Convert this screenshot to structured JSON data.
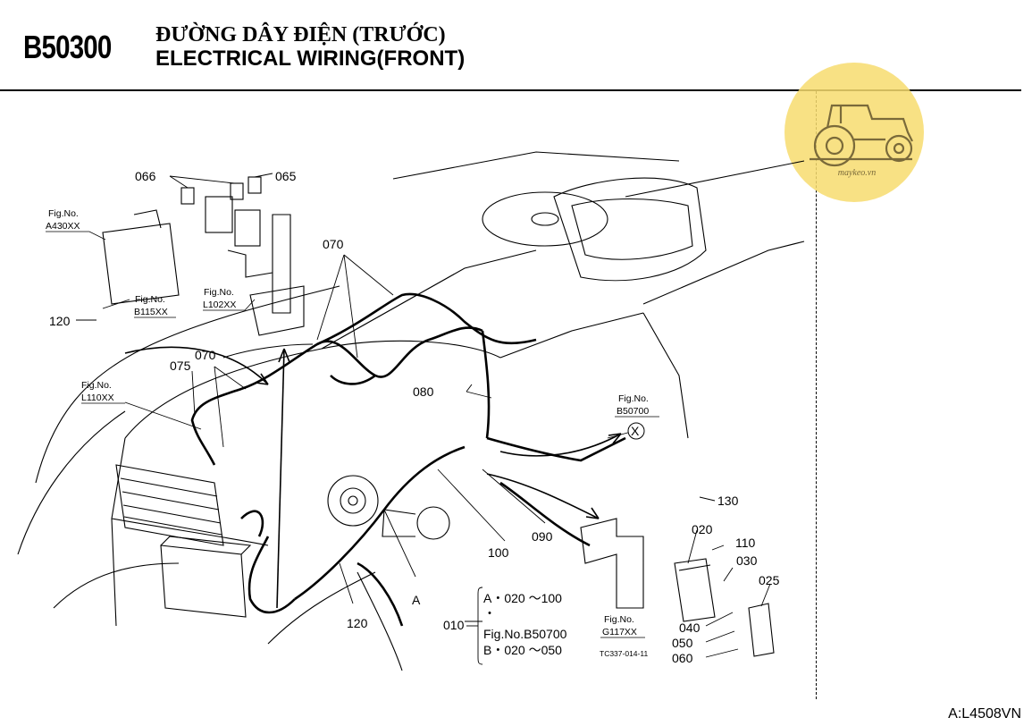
{
  "header": {
    "code": "B50300",
    "title_vn": "ĐƯỜNG DÂY ĐIỆN (TRƯỚC)",
    "title_en": "ELECTRICAL WIRING(FRONT)"
  },
  "watermark": {
    "text": "maykeo.vn",
    "color": "#f7dc6f",
    "icon": "tractor-icon"
  },
  "part_labels": {
    "p066": "066",
    "p065": "065",
    "p070a": "070",
    "p070b": "070",
    "p075": "075",
    "p120a": "120",
    "p080": "080",
    "p130": "130",
    "p020": "020",
    "p110": "110",
    "p030": "030",
    "p025": "025",
    "p040": "040",
    "p050": "050",
    "p060": "060",
    "p090": "090",
    "p100": "100",
    "p120b": "120",
    "pA": "A",
    "pX": "X"
  },
  "fig_refs": {
    "a430": {
      "label": "Fig.No.",
      "code": "A430XX"
    },
    "b115": {
      "label": "Fig.No.",
      "code": "B115XX"
    },
    "l102": {
      "label": "Fig.No.",
      "code": "L102XX"
    },
    "l110": {
      "label": "Fig.No.",
      "code": "L110XX"
    },
    "b50700": {
      "label": "Fig.No.",
      "code": "B50700"
    },
    "g117": {
      "label": "Fig.No.",
      "code": "G117XX"
    }
  },
  "assembly": {
    "number": "010",
    "line1": "A・020 ～100",
    "line2": "・",
    "line3": "Fig.No.B50700",
    "line4": "B・020 ～050"
  },
  "drawing_code": "TC337-014-11",
  "page_ref": "A:L4508VN"
}
